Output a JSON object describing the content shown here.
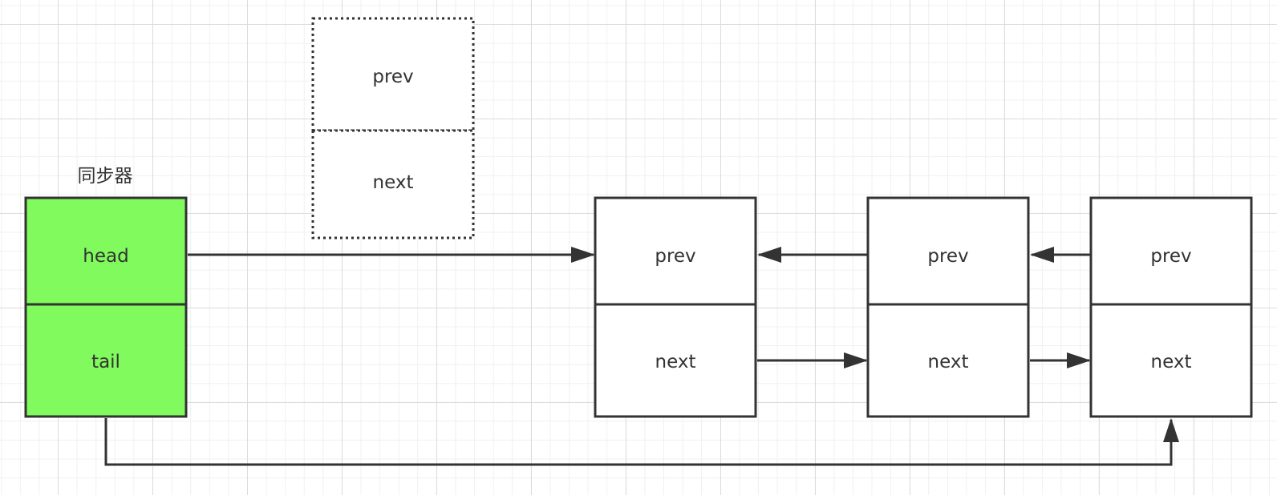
{
  "colors": {
    "sync_fill": "#80fa5c",
    "stroke": "#333333",
    "node_fill": "#ffffff",
    "text": "#333333"
  },
  "sync": {
    "label": "同步器",
    "head_label": "head",
    "tail_label": "tail"
  },
  "pending_node": {
    "prev_label": "prev",
    "next_label": "next",
    "border_style": "dotted"
  },
  "nodes": [
    {
      "prev_label": "prev",
      "next_label": "next"
    },
    {
      "prev_label": "prev",
      "next_label": "next"
    },
    {
      "prev_label": "prev",
      "next_label": "next"
    }
  ]
}
